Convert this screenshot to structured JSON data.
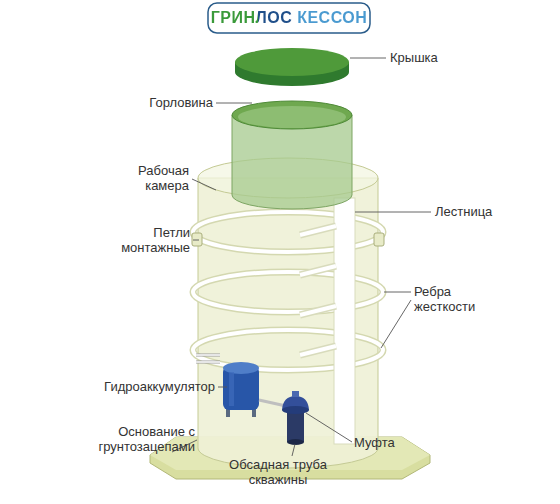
{
  "diagram": {
    "title": "ГРИНЛОС КЕССОН",
    "labels": [
      "Крышка",
      "Горловина",
      "Рабочая камера",
      "Лестница",
      "Петли монтажные",
      "Ребра жесткости",
      "Гидроаккумулятор",
      "Основание с грунтозацепами",
      "Муфта",
      "Обсадная труба скважины"
    ]
  }
}
